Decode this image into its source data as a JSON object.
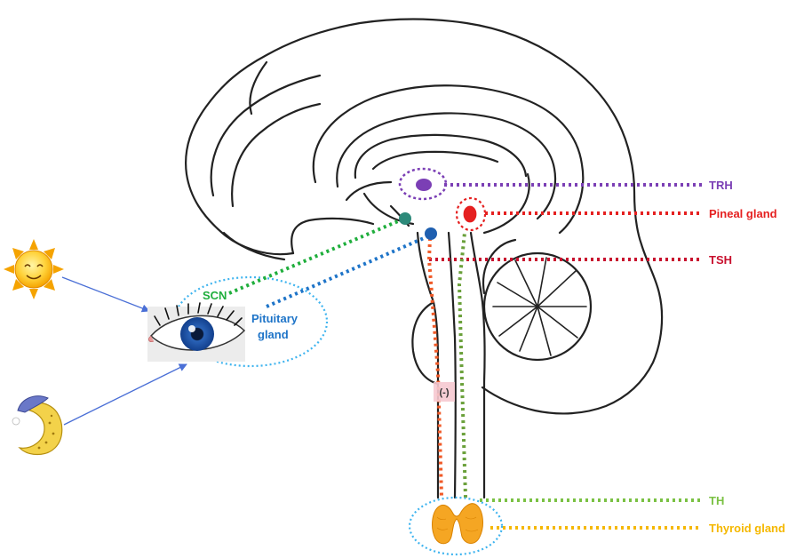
{
  "labels": {
    "trh": "TRH",
    "pineal": "Pineal gland",
    "tsh": "TSH",
    "scn": "SCN",
    "pituitary_line1": "Pituitary",
    "pituitary_line2": "gland",
    "th": "TH",
    "thyroid": "Thyroid gland",
    "inhibition": "(-)"
  },
  "colors": {
    "trh": "#7b3fb5",
    "pineal": "#e52020",
    "tsh": "#c8102e",
    "scn": "#1fae3c",
    "pituitary": "#1e74c8",
    "th": "#7ac143",
    "thyroid": "#f5b800",
    "outline": "#222222",
    "ellipse": "#3fb4ef",
    "arrow": "#4a6fd6"
  },
  "icons": [
    "sun-icon",
    "moon-icon",
    "eye-icon"
  ]
}
